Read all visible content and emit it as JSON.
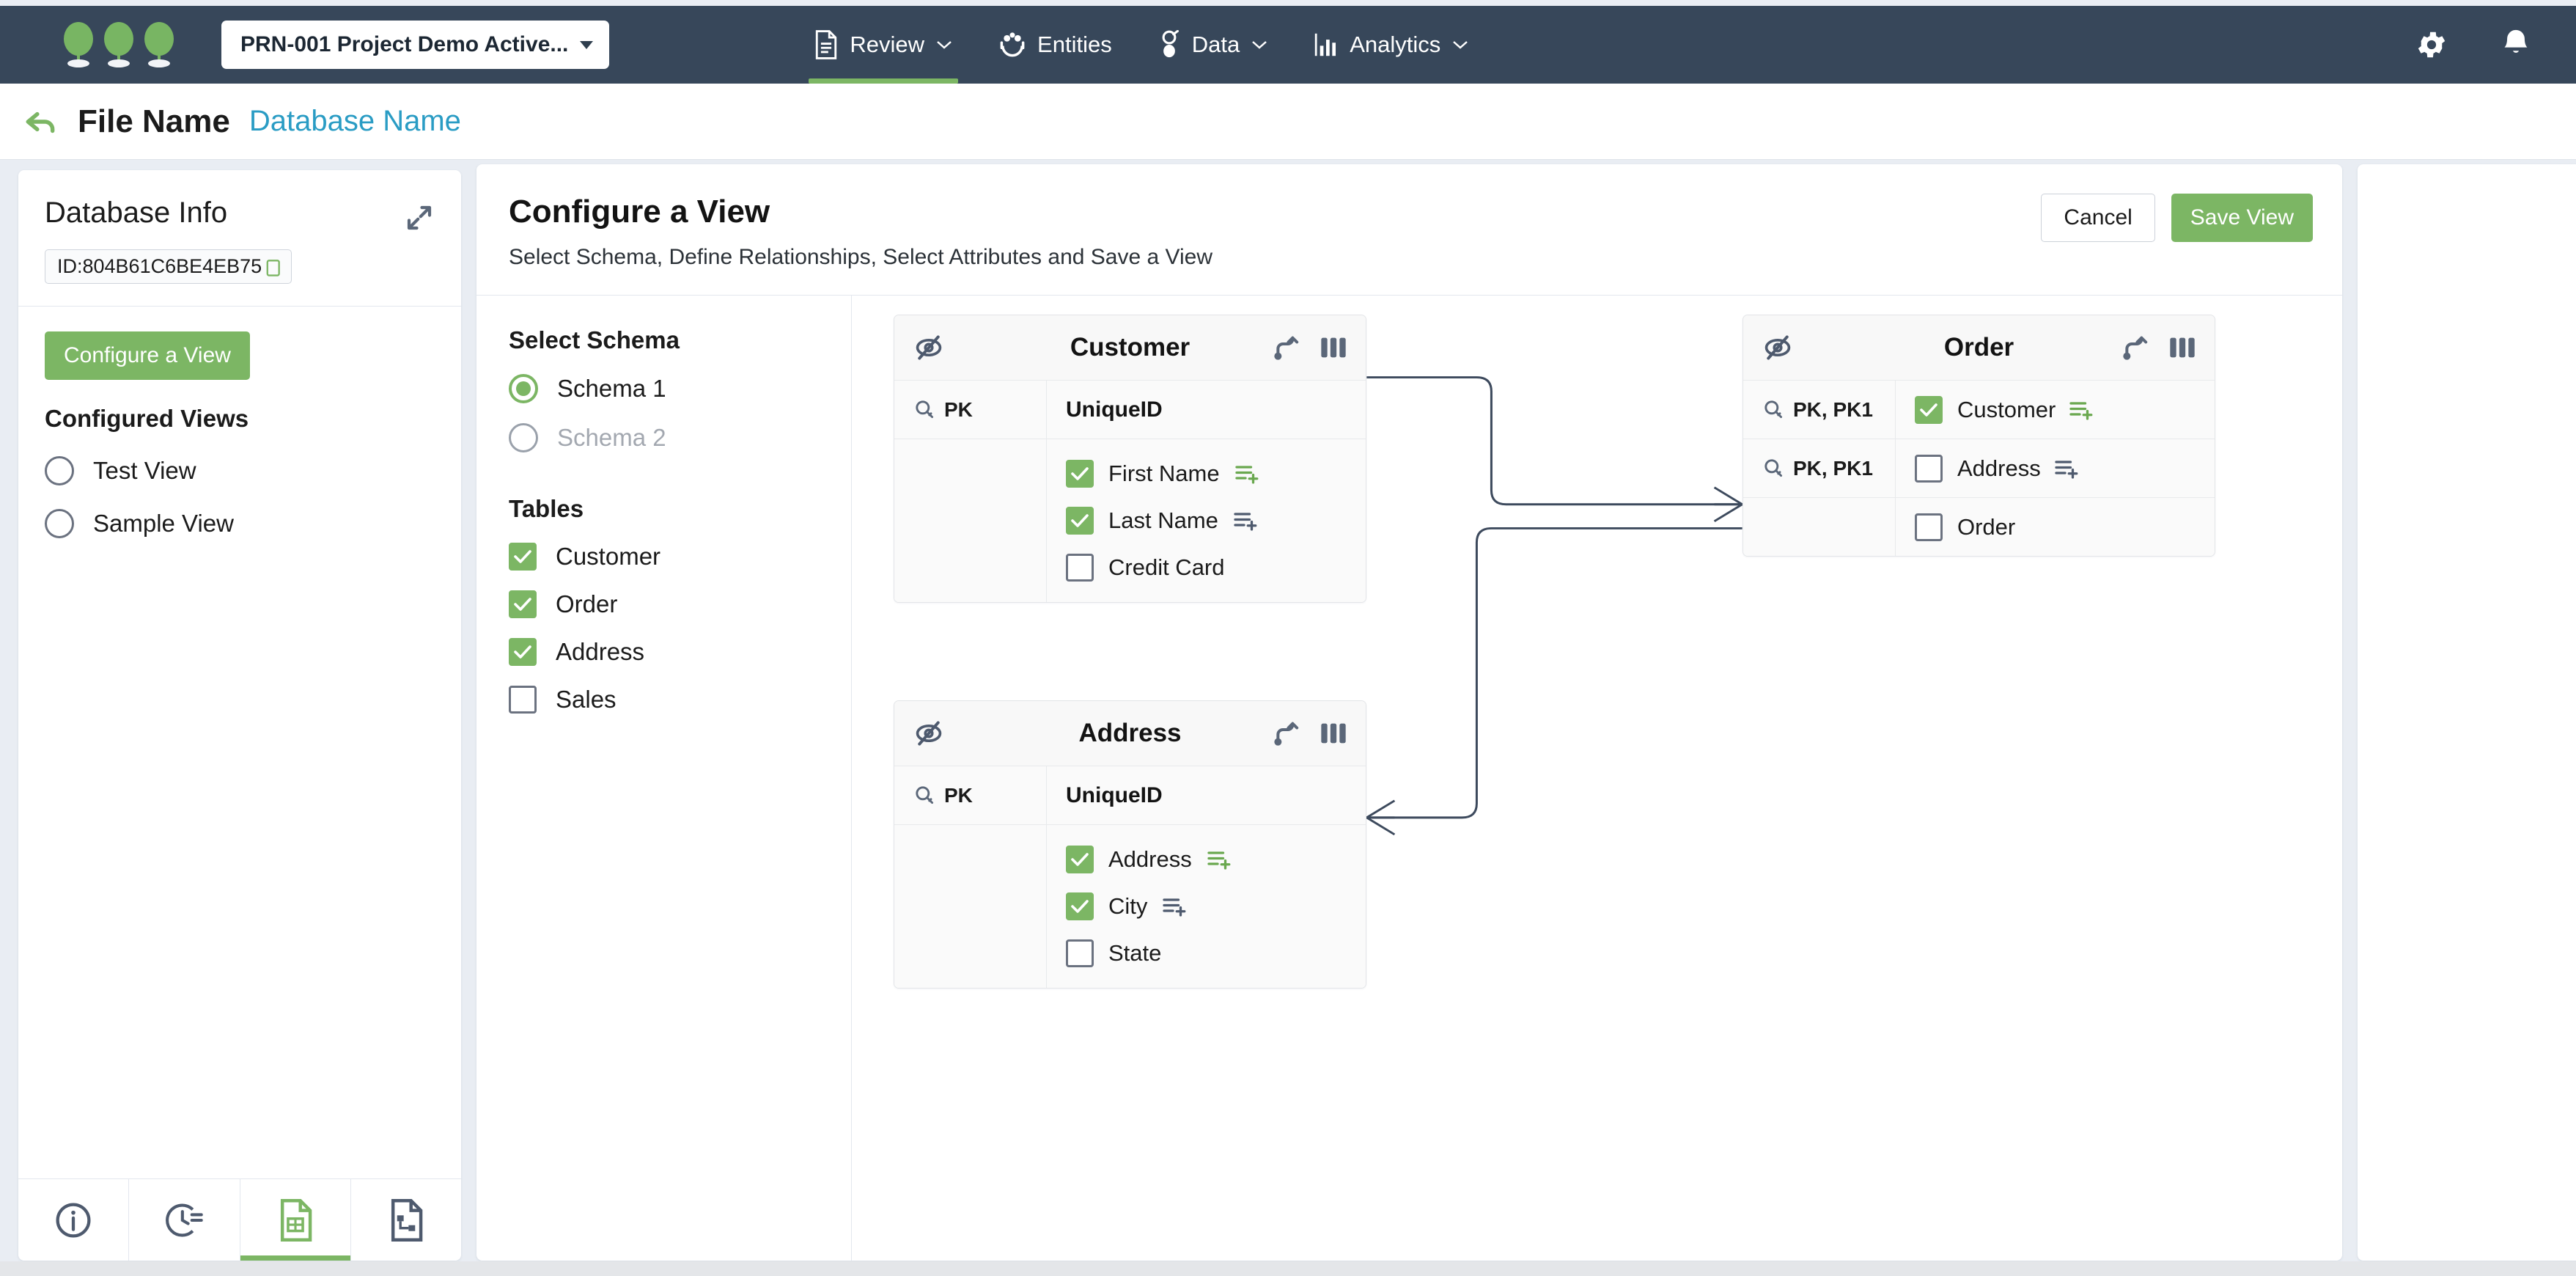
{
  "topnav": {
    "logo_name": "three-trees-logo",
    "project_selector": "PRN-001 Project Demo Active...",
    "items": [
      {
        "label": "Review",
        "icon": "document-icon",
        "caret": true,
        "active": true
      },
      {
        "label": "Entities",
        "icon": "entities-icon",
        "caret": false,
        "active": false
      },
      {
        "label": "Data",
        "icon": "data-icon",
        "caret": true,
        "active": false
      },
      {
        "label": "Analytics",
        "icon": "analytics-icon",
        "caret": true,
        "active": false
      }
    ],
    "right_icons": [
      "gear-icon",
      "bell-icon"
    ]
  },
  "filebar": {
    "back_icon": "back-arrow-icon",
    "file_name": "File Name",
    "database_name": "Database Name"
  },
  "sidebar": {
    "title": "Database Info",
    "expand_icon": "expand-icon",
    "database_id": "ID:804B61C6BE4EB75",
    "copy_icon": "copy-icon",
    "configure_button": "Configure a View",
    "configured_views_title": "Configured Views",
    "views": [
      {
        "label": "Test View",
        "selected": false
      },
      {
        "label": "Sample View",
        "selected": false
      }
    ],
    "tabs": [
      {
        "icon": "info-icon",
        "active": false
      },
      {
        "icon": "history-clock-icon",
        "active": false
      },
      {
        "icon": "document-table-icon",
        "active": true
      },
      {
        "icon": "document-schema-icon",
        "active": false
      }
    ]
  },
  "main": {
    "title": "Configure a View",
    "subtitle": "Select Schema, Define Relationships, Select Attributes and Save a View",
    "cancel_label": "Cancel",
    "save_label": "Save View",
    "select_schema_title": "Select Schema",
    "schemas": [
      {
        "label": "Schema 1",
        "selected": true,
        "disabled": false
      },
      {
        "label": "Schema 2",
        "selected": false,
        "disabled": true
      }
    ],
    "tables_title": "Tables",
    "tables": [
      {
        "label": "Customer",
        "checked": true
      },
      {
        "label": "Order",
        "checked": true
      },
      {
        "label": "Address",
        "checked": true
      },
      {
        "label": "Sales",
        "checked": false
      }
    ]
  },
  "entities": [
    {
      "name": "Customer",
      "hide_icon": "eye-off-icon",
      "relation_icon": "relationship-icon",
      "columns_icon": "columns-icon",
      "key_label": "PK",
      "key_icon": "key-search-icon",
      "key_attribute": "UniqueID",
      "attributes": [
        {
          "name": "First Name",
          "checked": true,
          "list_icon": "list-add-icon",
          "list_icon_color": "green"
        },
        {
          "name": "Last Name",
          "checked": true,
          "list_icon": "list-add-icon",
          "list_icon_color": "slate"
        },
        {
          "name": "Credit Card",
          "checked": false,
          "list_icon": null,
          "list_icon_color": null
        }
      ]
    },
    {
      "name": "Order",
      "hide_icon": "eye-off-icon",
      "relation_icon": "relationship-icon",
      "columns_icon": "columns-icon",
      "rows": [
        {
          "key_label": "PK, PK1",
          "key_icon": "key-search-icon",
          "name": "Customer",
          "checked": true,
          "list_icon": "list-add-icon",
          "list_icon_color": "green"
        },
        {
          "key_label": "PK, PK1",
          "key_icon": "key-search-icon",
          "name": "Address",
          "checked": false,
          "list_icon": "list-add-icon",
          "list_icon_color": "slate"
        },
        {
          "key_label": "",
          "key_icon": null,
          "name": "Order",
          "checked": false,
          "list_icon": null,
          "list_icon_color": null
        }
      ]
    },
    {
      "name": "Address",
      "hide_icon": "eye-off-icon",
      "relation_icon": "relationship-icon",
      "columns_icon": "columns-icon",
      "key_label": "PK",
      "key_icon": "key-search-icon",
      "key_attribute": "UniqueID",
      "attributes": [
        {
          "name": "Address",
          "checked": true,
          "list_icon": "list-add-icon",
          "list_icon_color": "green"
        },
        {
          "name": "City",
          "checked": true,
          "list_icon": "list-add-icon",
          "list_icon_color": "slate"
        },
        {
          "name": "State",
          "checked": false,
          "list_icon": null,
          "list_icon_color": null
        }
      ]
    }
  ],
  "colors": {
    "navbar": "#37475a",
    "accent_green": "#7cb664",
    "link_blue": "#2a9cc4",
    "connector": "#3d4a5d"
  }
}
